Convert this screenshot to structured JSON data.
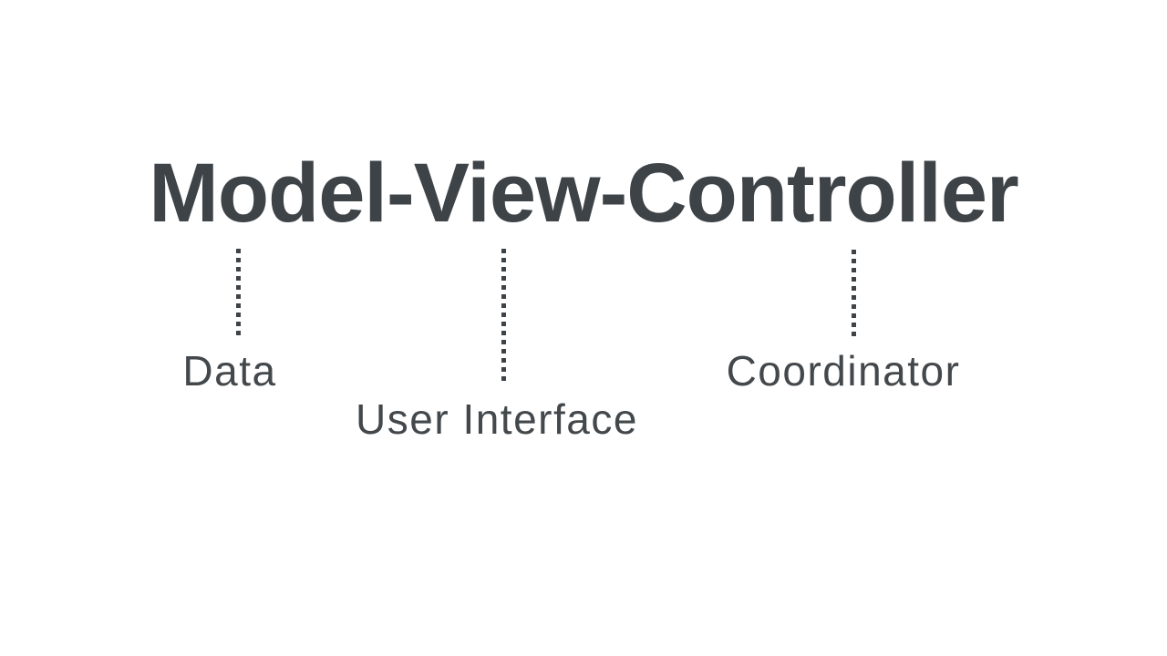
{
  "colors": {
    "background": "#ffffff",
    "ink": "#3e4348",
    "label_ink": "#43484c"
  },
  "diagram": {
    "title": "Model-View-Controller",
    "annotations": [
      {
        "term": "Model",
        "label": "Data"
      },
      {
        "term": "View",
        "label": "User Interface"
      },
      {
        "term": "Controller",
        "label": "Coordinator"
      }
    ]
  }
}
